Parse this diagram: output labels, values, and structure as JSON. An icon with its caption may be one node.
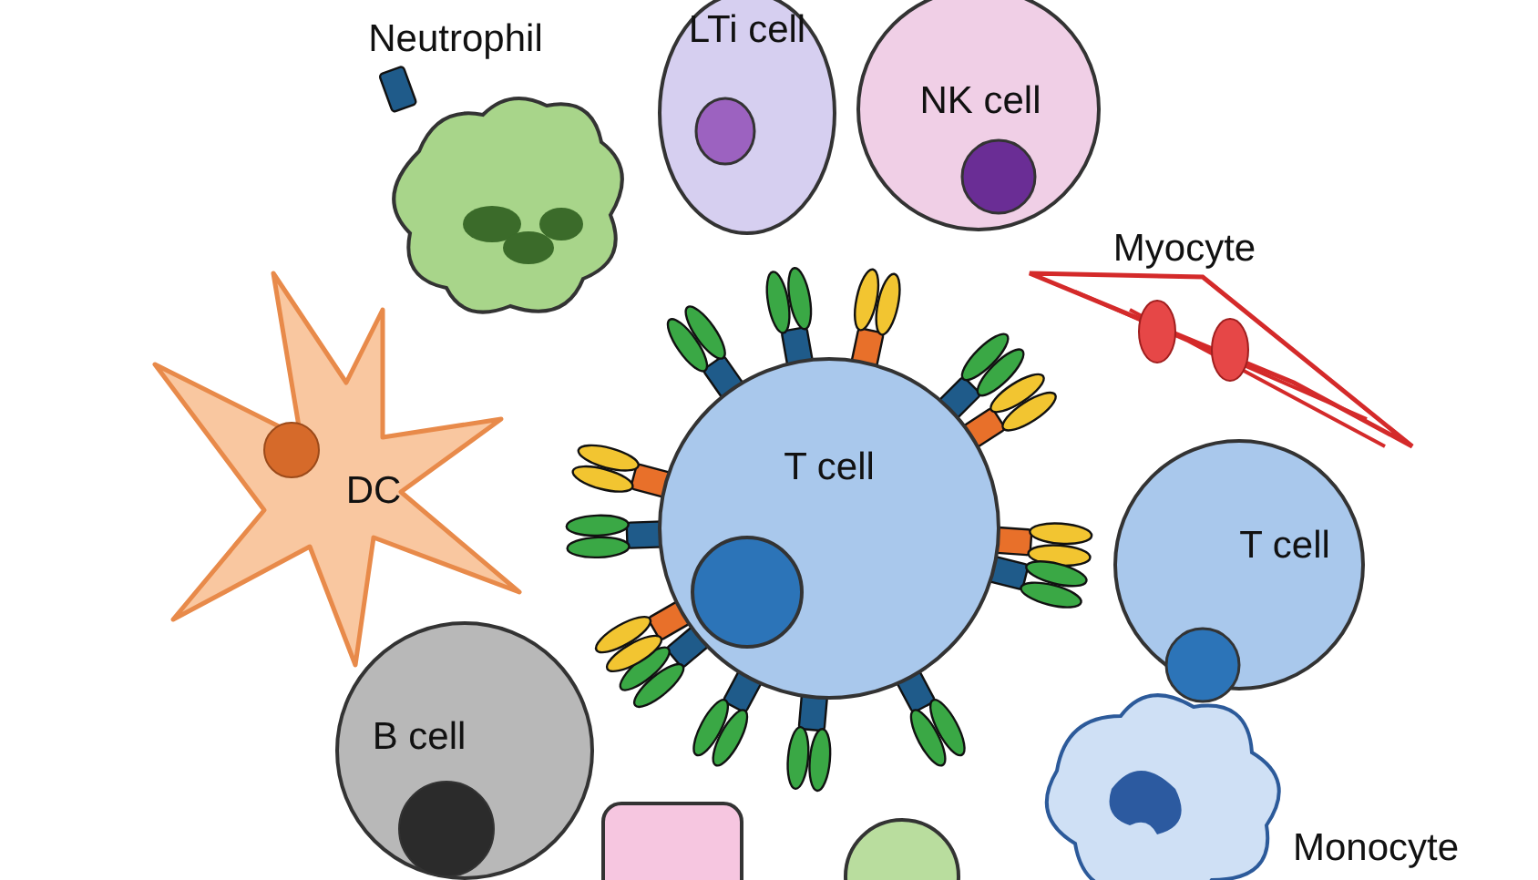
{
  "diagram": {
    "nodes": [
      {
        "text": [
          "T cell"
        ]
      },
      {
        "text": [
          "Neutrophil"
        ]
      },
      {
        "text": [
          "LTi cell"
        ]
      },
      {
        "text": [
          "NK cell"
        ]
      },
      {
        "text": [
          "Myocyte"
        ]
      },
      {
        "text": [
          "DC"
        ]
      },
      {
        "text": [
          "T cell"
        ]
      },
      {
        "text": [
          "B cell"
        ]
      },
      {
        "text": [],
        "shape": "box"
      },
      {
        "text": [],
        "shape": "circle"
      },
      {
        "text": [
          "Monocyte"
        ]
      }
    ]
  }
}
